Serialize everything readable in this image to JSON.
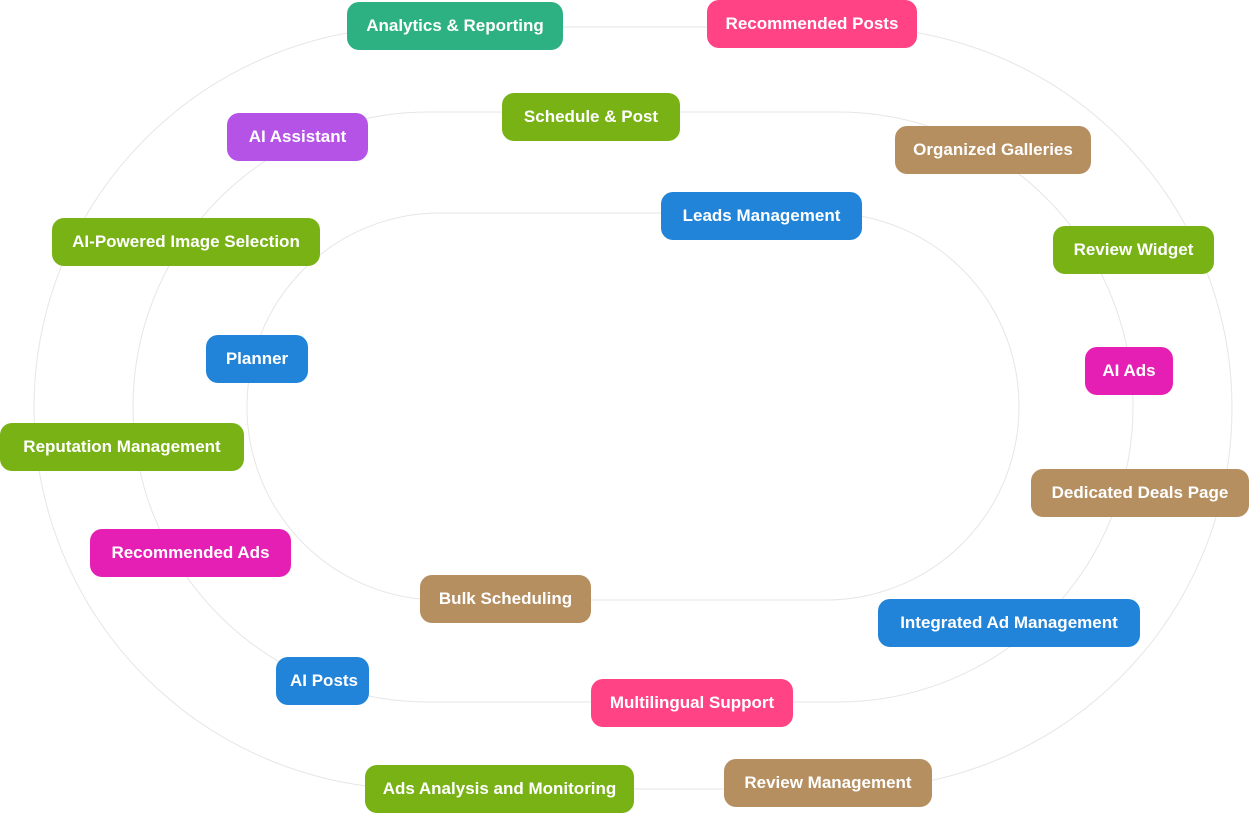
{
  "colors": {
    "green": "#78b215",
    "teal": "#2eb182",
    "pink": "#ff4384",
    "purple": "#b553e6",
    "tan": "#b68f61",
    "blue": "#2184d9",
    "magenta": "#e61fb4",
    "ring": "#e6e6e6"
  },
  "features": {
    "analytics_reporting": "Analytics & Reporting",
    "recommended_posts": "Recommended Posts",
    "schedule_post": "Schedule & Post",
    "ai_assistant": "AI Assistant",
    "organized_galleries": "Organized Galleries",
    "leads_management": "Leads Management",
    "ai_image_selection": "AI-Powered Image Selection",
    "review_widget": "Review Widget",
    "planner": "Planner",
    "ai_ads": "AI Ads",
    "reputation_management": "Reputation Management",
    "dedicated_deals_page": "Dedicated Deals Page",
    "recommended_ads": "Recommended Ads",
    "bulk_scheduling": "Bulk Scheduling",
    "integrated_ad_management": "Integrated Ad Management",
    "ai_posts": "AI Posts",
    "multilingual_support": "Multilingual Support",
    "ads_analysis_monitoring": "Ads Analysis and Monitoring",
    "review_management": "Review Management"
  }
}
